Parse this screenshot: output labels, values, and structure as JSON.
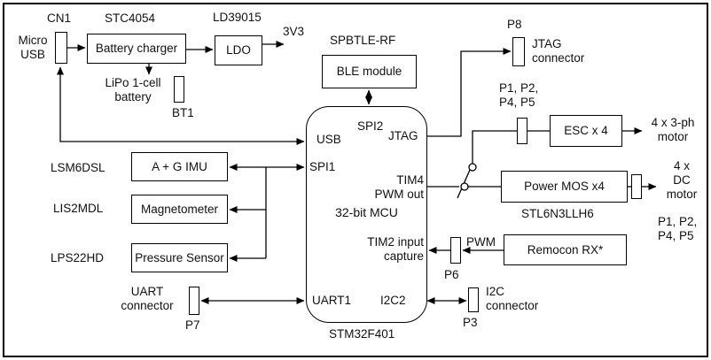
{
  "colors": {
    "background": "#ffffff",
    "line": "#000000",
    "text": "#111111"
  },
  "diagram": {
    "power_section": {
      "cn1": "CN1",
      "micro_usb": "Micro\nUSB",
      "stc4054": "STC4054",
      "battery_charger": "Battery charger",
      "ld39015": "LD39015",
      "ldo": "LDO",
      "rail_3v3": "3V3",
      "lipo_battery": "LiPo 1-cell\nbattery",
      "bt1": "BT1"
    },
    "ble_section": {
      "spbtle_rf": "SPBTLE-RF",
      "ble_module": "BLE module"
    },
    "mcu": {
      "title": "32-bit MCU",
      "part_number": "STM32F401",
      "usb": "USB",
      "spi2": "SPI2",
      "jtag": "JTAG",
      "spi1": "SPI1",
      "tim4": "TIM4\nPWM out",
      "tim2": "TIM2 input\ncapture",
      "uart1": "UART1",
      "i2c2": "I2C2"
    },
    "sensors": {
      "lsm6dsl": "LSM6DSL",
      "imu": "A + G IMU",
      "lis2mdl": "LIS2MDL",
      "magnetometer": "Magnetometer",
      "lps22hd": "LPS22HD",
      "pressure": "Pressure Sensor"
    },
    "uart": {
      "label": "UART\nconnector",
      "p7": "P7"
    },
    "jtag_section": {
      "p8": "P8",
      "label": "JTAG\nconnector"
    },
    "esc_section": {
      "pins": "P1, P2,\nP4, P5",
      "esc": "ESC x 4",
      "motor": "4 x 3-ph\nmotor"
    },
    "dc_section": {
      "power_mos": "Power MOS x4",
      "stl6n3llh6": "STL6N3LLH6",
      "motor": "4 x\nDC\nmotor",
      "pins": "P1, P2,\nP4, P5"
    },
    "remocon_section": {
      "pwm": "PWM",
      "remocon": "Remocon RX*",
      "p6": "P6"
    },
    "i2c_section": {
      "label": "I2C\nconnector",
      "p3": "P3"
    }
  }
}
